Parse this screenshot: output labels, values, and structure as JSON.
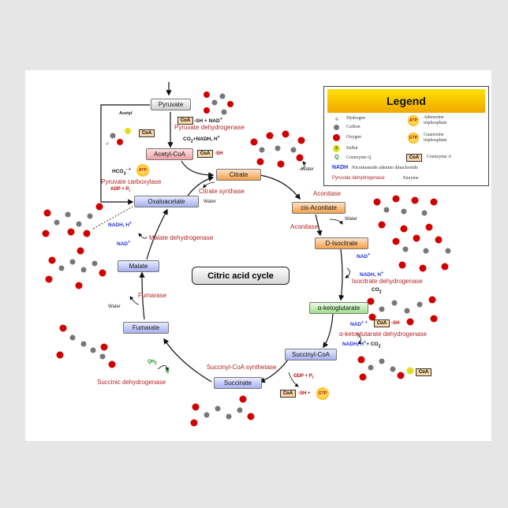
{
  "title": "Citric acid cycle",
  "intermediates": {
    "pyruvate": "Pyruvate",
    "acetyl_coa": "Acetyl-CoA",
    "citrate": "Citrate",
    "cis_aconitate": "cis-Aconitate",
    "d_isocitrate": "D-Isocitrate",
    "alpha_ketoglutarate": "α-ketoglutarate",
    "succinyl_coa": "Succinyl-CoA",
    "succinate": "Succinate",
    "fumarate": "Fumarate",
    "malate": "Malate",
    "oxaloacetate": "Oxaloacetate"
  },
  "enzymes": {
    "pyruvate_dehydrogenase": "Pyruvate dehydrogenase",
    "pyruvate_carboxylase": "Pyruvate carboxylase",
    "citrate_synthase": "Citrate synthase",
    "aconitase_1": "Aconitase",
    "aconitase_2": "Aconitase",
    "isocitrate_dehydrogenase": "Isocitrate dehydrogenase",
    "akg_dehydrogenase": "α-ketoglutarate dehydrogenase",
    "succinyl_coa_synthetase": "Succinyl-CoA synthetase",
    "succinic_dehydrogenase": "Succinic dehydrogenase",
    "fumarase": "Fumarase",
    "malate_dehydrogenase": "Malate dehydrogenase"
  },
  "cofactors": {
    "acetyl": "Acetyl",
    "coa": "CoA",
    "sh_nad": "-SH + NAD",
    "plus_sup": "+",
    "co2_nadh": "CO",
    "co2_nadh_2": "2",
    "co2_nadh_rest": "+NADH, H",
    "sh": "-SH",
    "hco3": "HCO",
    "hco3_sub": "3",
    "hco3_minus": "- +",
    "atp": "ATP",
    "adp_pi": "ADP + P",
    "adp_pi_sub": "i",
    "water_1": "Water",
    "water_2": "Water",
    "water_3": "Water",
    "water_4": "Water",
    "nadh_h_1": "NADH, H",
    "nad_1": "NAD",
    "nad_2": "NAD",
    "nadh_h_2": "NADH, H",
    "co2_1": "CO",
    "co2_1_sub": "2",
    "nad_3": "NAD",
    "nad_3_plus": "+ +",
    "sh_2": "-SH",
    "nadh_h_3": "NADH, H",
    "nadh_h_3_rest": "+ CO",
    "nadh_h_3_sub": "2",
    "gdp_pi": "GDP + P",
    "gdp_pi_sub": "i",
    "sh_3": "-SH +",
    "gtp": "GTP",
    "qh2": "QH",
    "qh2_sub": "2",
    "q": "Q"
  },
  "legend": {
    "title": "Legend",
    "hydrogen": "Hydrogen",
    "carbon": "Carbon",
    "oxygen": "Oxygen",
    "sulfur": "Sulfur",
    "q_symbol": "Q",
    "coenzyme_q": "Coenzyme Q",
    "nadh_symbol": "NADH",
    "nadh_desc": "Nicotinamide adenine dinucleotide",
    "enzyme_example": "Pyruvate dehydrogenase",
    "enzyme_word": "Enzyme",
    "atp_symbol": "ATP",
    "atp_desc_1": "Adenosine",
    "atp_desc_2": "triphosphate",
    "gtp_symbol": "GTP",
    "gtp_desc_1": "Guanosine",
    "gtp_desc_2": "triphosphate",
    "coa_symbol": "CoA",
    "coa_desc": "Coenzyme A",
    "s_symbol": "S"
  },
  "colors": {
    "enzyme": "#b22222",
    "nad": "#1f2fd8",
    "qh2": "#1f8f1f",
    "legend_header": "#ffd000",
    "oxygen": "#d10000",
    "carbon": "#777777"
  }
}
